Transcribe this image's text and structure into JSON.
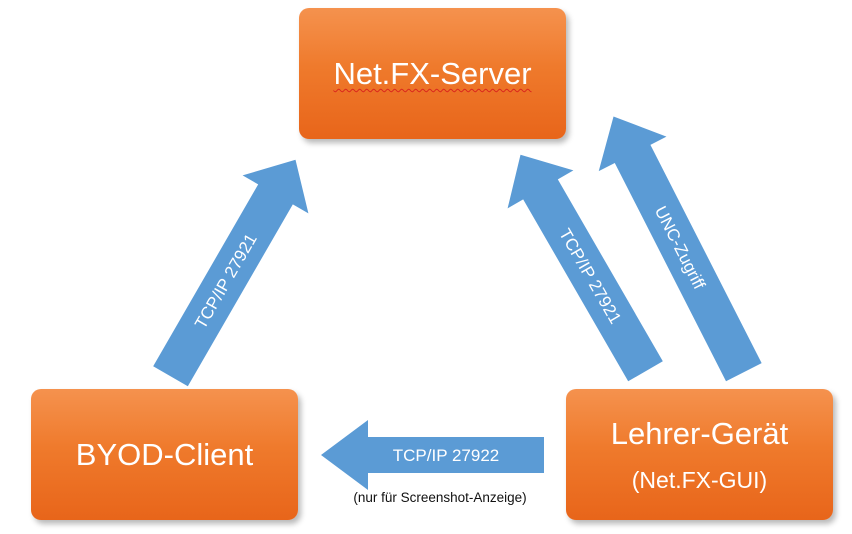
{
  "nodes": {
    "server": {
      "title": "Net.FX-Server"
    },
    "byod": {
      "title": "BYOD-Client"
    },
    "lehrer": {
      "title": "Lehrer-Gerät",
      "subtitle": "(Net.FX-GUI)"
    }
  },
  "arrows": {
    "byod_to_server": {
      "label": "TCP/IP 27921"
    },
    "lehrer_to_server_tcp": {
      "label": "TCP/IP 27921"
    },
    "lehrer_to_server_unc": {
      "label": "UNC-Zugriff"
    },
    "lehrer_to_byod": {
      "label": "TCP/IP 27922",
      "note": "(nur für Screenshot-Anzeige)"
    }
  },
  "colors": {
    "box_fill": "#ef7a2c",
    "arrow_fill": "#5b9bd5",
    "text_on_shapes": "#ffffff"
  }
}
